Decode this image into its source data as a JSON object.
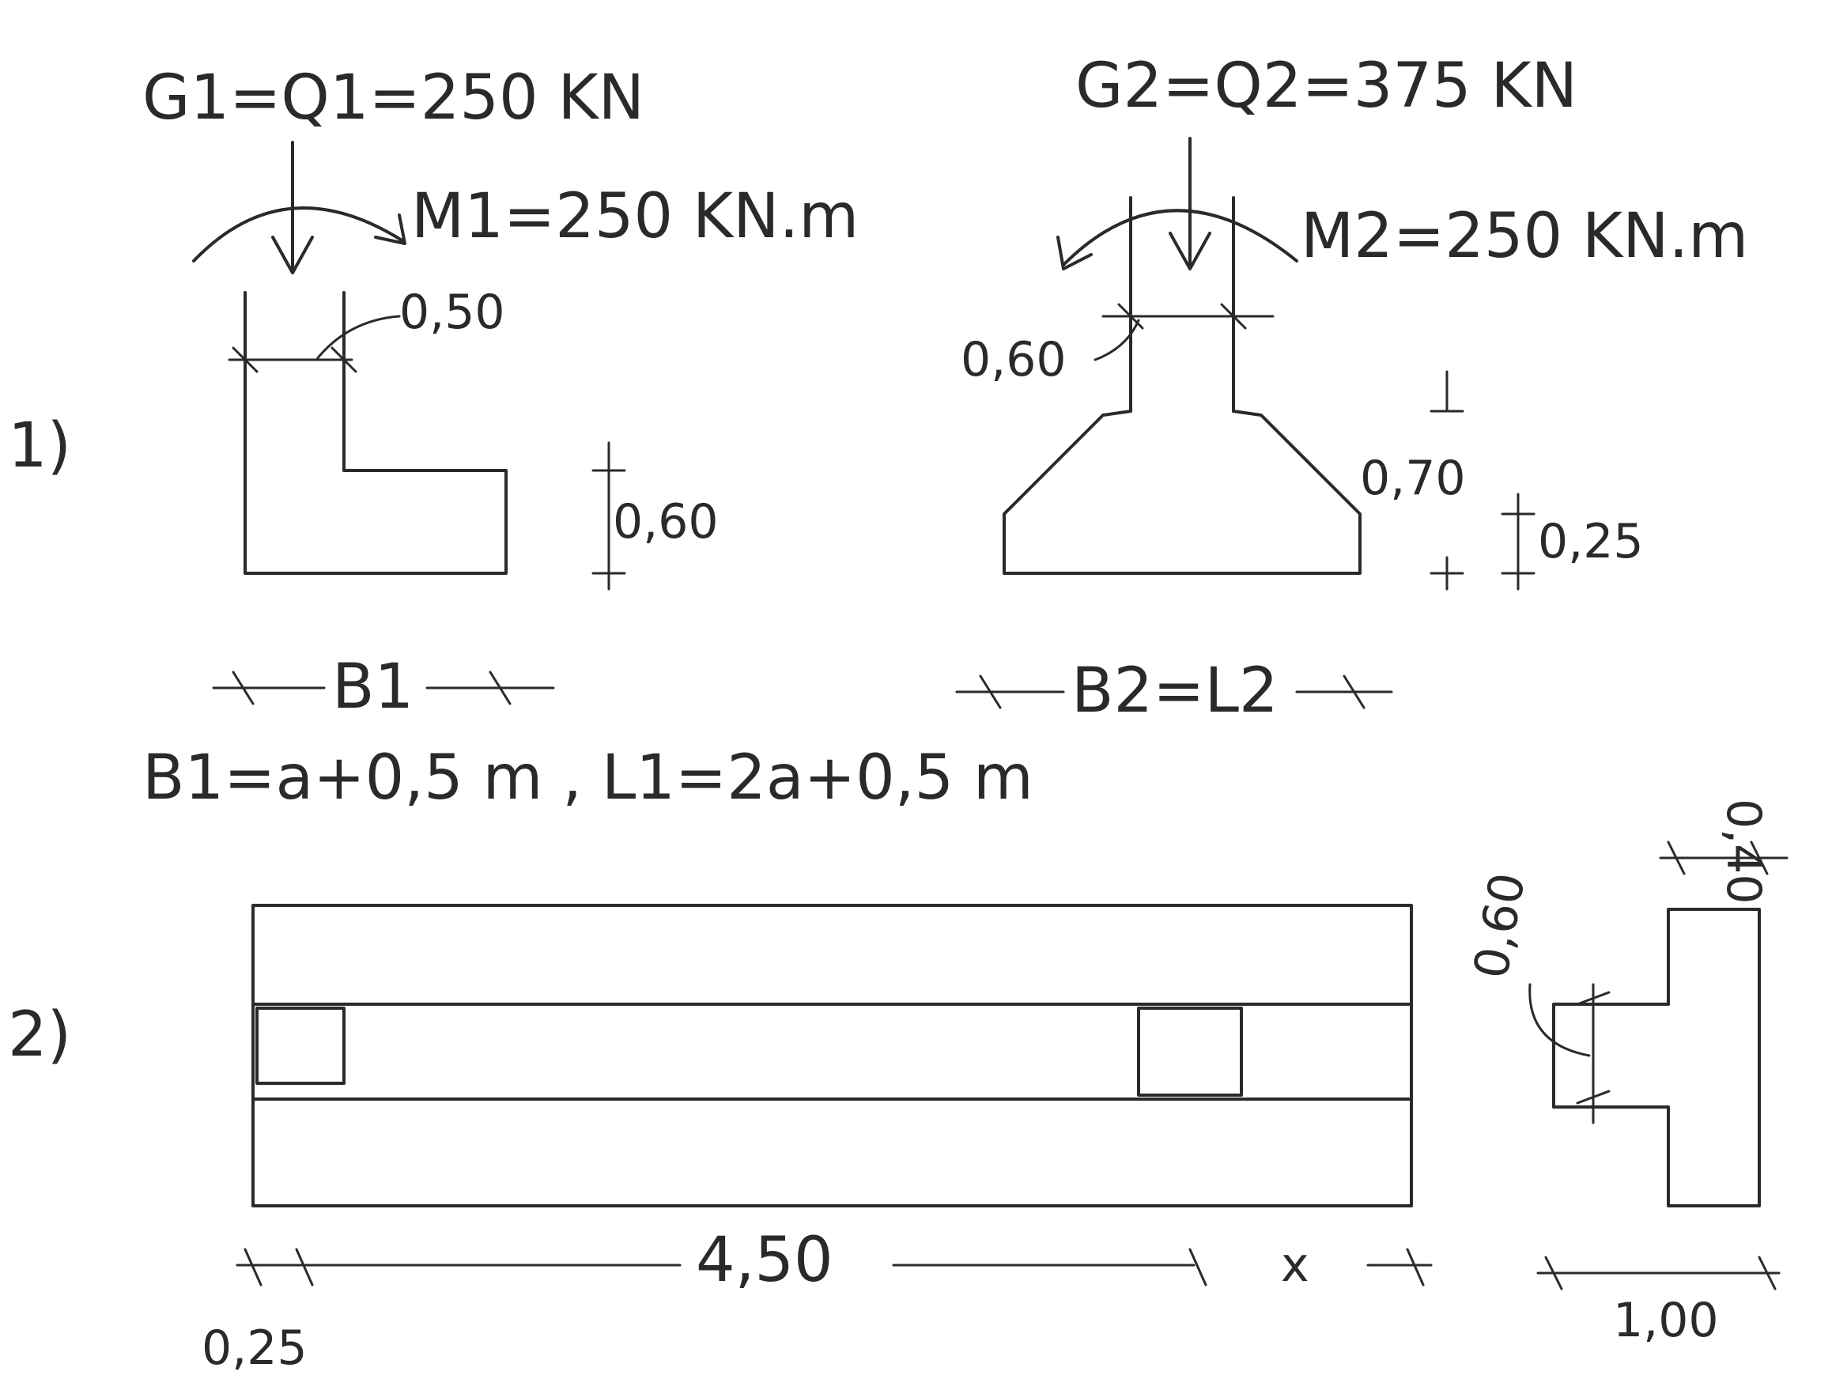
{
  "problem1": {
    "number": "1)",
    "load1": "G1=Q1=250 KN",
    "moment1": "M1=250 KN.m",
    "column1_width": "0,50",
    "footing1_height": "0,60",
    "width1": "B1",
    "load2": "G2=Q2=375 KN",
    "moment2": "M2=250 KN.m",
    "column2_width": "0,60",
    "footing2_height": "0,70",
    "footing2_edge": "0,25",
    "width2": "B2=L2",
    "formula": "B1=a+0,5 m , L1=2a+0,5 m"
  },
  "problem2": {
    "number": "2)",
    "offset": "0,25",
    "span": "4,50",
    "unknown": "x",
    "section_width": "1,00",
    "web_height": "0,60",
    "flange_thickness": "0,40"
  }
}
